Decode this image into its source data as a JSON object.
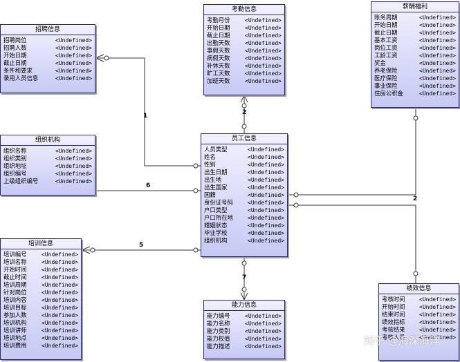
{
  "entities": {
    "recruit": {
      "title": "招聘信息",
      "rows": [
        {
          "name": "招聘岗位",
          "type": "<Undefined>"
        },
        {
          "name": "招聘人数",
          "type": "<Undefined>"
        },
        {
          "name": "开始日期",
          "type": "<Undefined>"
        },
        {
          "name": "截止日期",
          "type": "<Undefined>"
        },
        {
          "name": "条件和要求",
          "type": "<Undefined>"
        },
        {
          "name": "录用人员信息",
          "type": "<Undefined>"
        }
      ]
    },
    "attendance": {
      "title": "考勤信息",
      "rows": [
        {
          "name": "考勤月份",
          "type": "<Undefined>"
        },
        {
          "name": "开始日期",
          "type": "<Undefined>"
        },
        {
          "name": "截止日期",
          "type": "<Undefined>"
        },
        {
          "name": "出勤天数",
          "type": "<Undefined>"
        },
        {
          "name": "事假天数",
          "type": "<Undefined>"
        },
        {
          "name": "病假天数",
          "type": "<Undefined>"
        },
        {
          "name": "补休天数",
          "type": "<Undefined>"
        },
        {
          "name": "旷工天数",
          "type": "<Undefined>"
        },
        {
          "name": "加班天数",
          "type": "<Undefined>"
        }
      ]
    },
    "salary": {
      "title": "薪酬福利",
      "rows": [
        {
          "name": "账务周期",
          "type": "<Undefined>"
        },
        {
          "name": "开始日期",
          "type": "<Undefined>"
        },
        {
          "name": "截止日期",
          "type": "<Undefined>"
        },
        {
          "name": "基本工资",
          "type": "<Undefined>"
        },
        {
          "name": "岗位工资",
          "type": "<Undefined>"
        },
        {
          "name": "工龄工资",
          "type": "<Undefined>"
        },
        {
          "name": "奖金",
          "type": "<Undefined>"
        },
        {
          "name": "养老保险",
          "type": "<Undefined>"
        },
        {
          "name": "医疗保险",
          "type": "<Undefined>"
        },
        {
          "name": "事业保险",
          "type": "<Undefined>"
        },
        {
          "name": "住房公积金",
          "type": "<Undefined>"
        }
      ]
    },
    "org": {
      "title": "组织机构",
      "rows": [
        {
          "name": "组织名称",
          "type": "<Undefined>"
        },
        {
          "name": "组织类别",
          "type": "<Undefined>"
        },
        {
          "name": "组织地址",
          "type": "<Undefined>"
        },
        {
          "name": "组织编号",
          "type": "<Undefined>"
        },
        {
          "name": "上级组织编号",
          "type": "<Undefined>"
        }
      ]
    },
    "employee": {
      "title": "员工信息",
      "rows": [
        {
          "name": "人员类型",
          "type": "<Undefined>"
        },
        {
          "name": "姓名",
          "type": "<Undefined>"
        },
        {
          "name": "性别",
          "type": "<Undefined>"
        },
        {
          "name": "出生日期",
          "type": "<Undefined>"
        },
        {
          "name": "出生地",
          "type": "<Undefined>"
        },
        {
          "name": "出生国家",
          "type": "<Undefined>"
        },
        {
          "name": "国籍",
          "type": "<Undefined>"
        },
        {
          "name": "身份证号码",
          "type": "<Undefined>"
        },
        {
          "name": "户口类型",
          "type": "<Undefined>"
        },
        {
          "name": "户口所在地",
          "type": "<Undefined>"
        },
        {
          "name": "婚姻状态",
          "type": "<Undefined>"
        },
        {
          "name": "毕业学校",
          "type": "<Undefined>"
        },
        {
          "name": "组织机构",
          "type": "<Undefined>"
        }
      ]
    },
    "training": {
      "title": "培训信息",
      "rows": [
        {
          "name": "培训编号",
          "type": "<Undefined>"
        },
        {
          "name": "培训名称",
          "type": "<Undefined>"
        },
        {
          "name": "开始时间",
          "type": "<Undefined>"
        },
        {
          "name": "截止时间",
          "type": "<Undefined>"
        },
        {
          "name": "培训周期",
          "type": "<Undefined>"
        },
        {
          "name": "针对岗位",
          "type": "<Undefined>"
        },
        {
          "name": "培训内容",
          "type": "<Undefined>"
        },
        {
          "name": "培训目标",
          "type": "<Undefined>"
        },
        {
          "name": "参加人数",
          "type": "<Undefined>"
        },
        {
          "name": "培训机构",
          "type": "<Undefined>"
        },
        {
          "name": "培训讲师",
          "type": "<Undefined>"
        },
        {
          "name": "培训地点",
          "type": "<Undefined>"
        },
        {
          "name": "培训费用",
          "type": "<Undefined>"
        }
      ]
    },
    "ability": {
      "title": "能力信息",
      "rows": [
        {
          "name": "能力编号",
          "type": "<Undefined>"
        },
        {
          "name": "能力名称",
          "type": "<Undefined>"
        },
        {
          "name": "能力类别",
          "type": "<Undefined>"
        },
        {
          "name": "能力权值",
          "type": "<Undefined>"
        },
        {
          "name": "能力描述",
          "type": "<Undefined>"
        }
      ]
    },
    "performance": {
      "title": "绩效信息",
      "rows": [
        {
          "name": "考核时间",
          "type": "<Undefined>"
        },
        {
          "name": "开始时间",
          "type": "<Undefined>"
        },
        {
          "name": "结束时间",
          "type": "<Undefined>"
        },
        {
          "name": "绩效指标",
          "type": "<Undefined>"
        },
        {
          "name": "考核结果",
          "type": "<Undefined>"
        },
        {
          "name": "考核人员",
          "type": "<Undefined>"
        }
      ]
    }
  },
  "relations": {
    "recruit_label": "1",
    "attendance_label": "2",
    "org_label": "6",
    "salary_label": "2",
    "training_label": "5",
    "ability_label": "7"
  },
  "watermark": "知乎 @海深海洋"
}
